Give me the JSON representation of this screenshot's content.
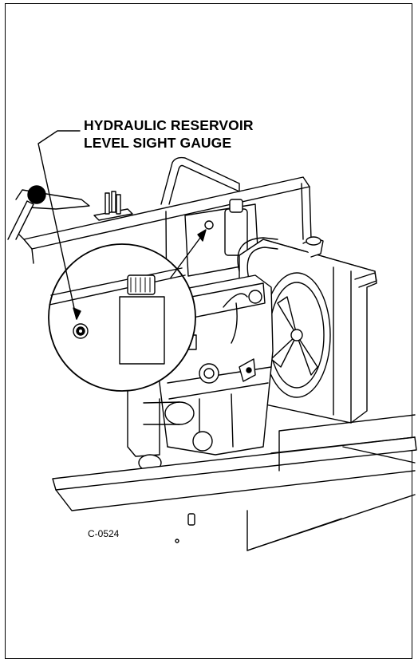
{
  "callout": {
    "line1": "HYDRAULIC RESERVOIR",
    "line2": "LEVEL SIGHT GAUGE"
  },
  "figure_id": "C-0524",
  "colors": {
    "line": "#000000",
    "background": "#ffffff"
  }
}
